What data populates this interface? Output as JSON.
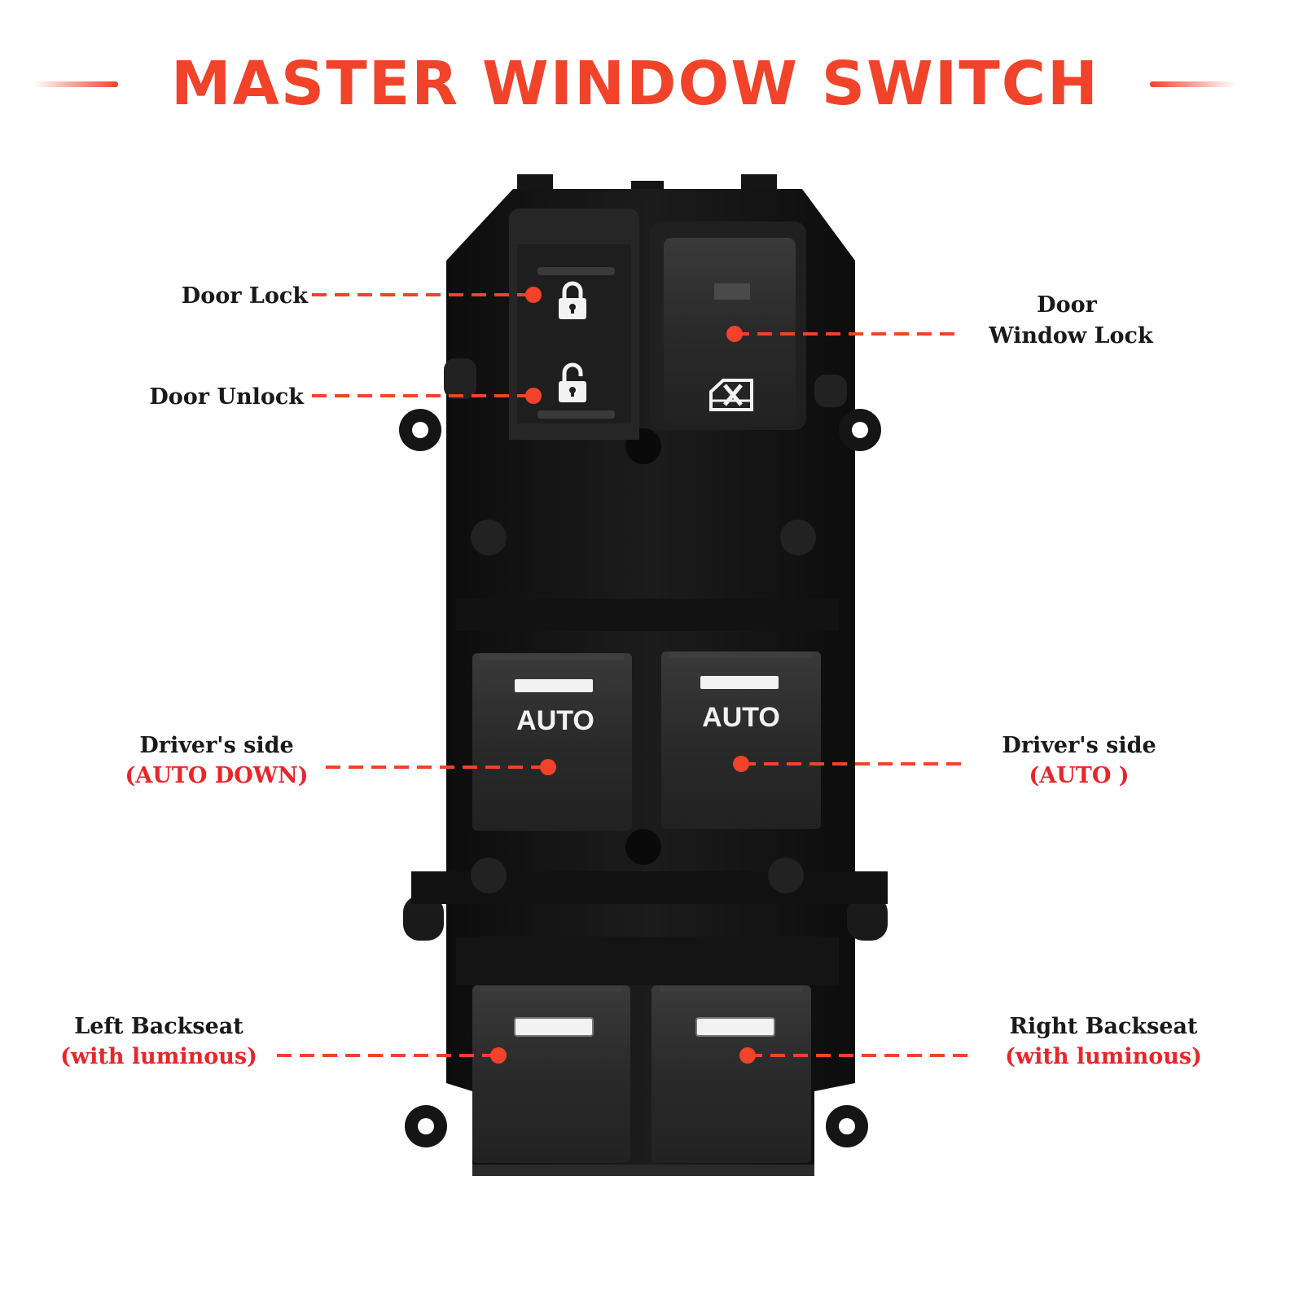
{
  "title": "MASTER WINDOW SWITCH",
  "colors": {
    "accent": "#f0432a",
    "callout_text": "#1a1a1a",
    "callout_red": "#e8262a",
    "housing": "#151515",
    "button": "#2a2a2a",
    "indicator": "#f2f2f2"
  },
  "buttons": {
    "driver_left_label": "AUTO",
    "driver_right_label": "AUTO"
  },
  "icons": {
    "lock": "lock-closed-icon",
    "unlock": "lock-open-icon",
    "window_lock": "window-lock-icon"
  },
  "callouts": {
    "door_lock": {
      "line1": "Door Lock"
    },
    "door_unlock": {
      "line1": "Door Unlock"
    },
    "door_window_lock": {
      "line1": "Door",
      "line2": "Window Lock"
    },
    "driver_left": {
      "line1": "Driver's side",
      "line2": "(AUTO DOWN)"
    },
    "driver_right": {
      "line1": "Driver's side",
      "line2": "(AUTO )"
    },
    "left_back": {
      "line1": "Left Backseat",
      "line2": "(with luminous)"
    },
    "right_back": {
      "line1": "Right Backseat",
      "line2": "(with luminous)"
    }
  }
}
